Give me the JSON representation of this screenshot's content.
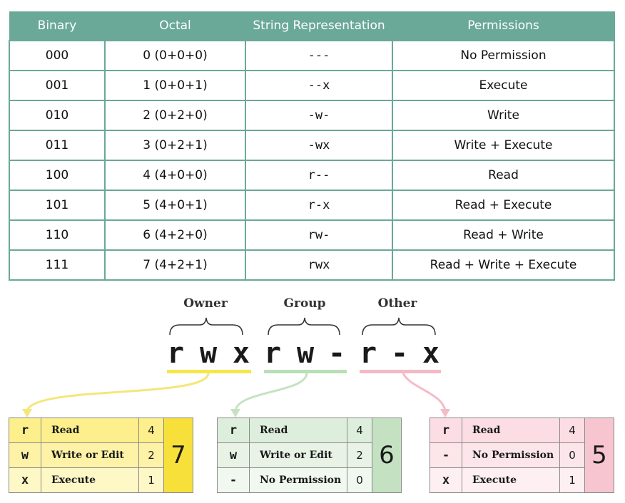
{
  "table": {
    "headers": [
      "Binary",
      "Octal",
      "String Representation",
      "Permissions"
    ],
    "rows": [
      [
        "000",
        "0 (0+0+0)",
        "---",
        "No Permission"
      ],
      [
        "001",
        "1 (0+0+1)",
        "--x",
        "Execute"
      ],
      [
        "010",
        "2 (0+2+0)",
        "-w-",
        "Write"
      ],
      [
        "011",
        "3 (0+2+1)",
        "-wx",
        "Write + Execute"
      ],
      [
        "100",
        "4 (4+0+0)",
        "r--",
        "Read"
      ],
      [
        "101",
        "5 (4+0+1)",
        "r-x",
        "Read + Execute"
      ],
      [
        "110",
        "6 (4+2+0)",
        "rw-",
        "Read + Write"
      ],
      [
        "111",
        "7 (4+2+1)",
        "rwx",
        "Read + Write + Execute"
      ]
    ]
  },
  "diagram": {
    "groups": [
      {
        "label": "Owner",
        "chars": [
          "r",
          "w",
          "x"
        ],
        "color": "#f7e64a",
        "rows": [
          {
            "symbol": "r",
            "desc": "Read",
            "value": "4"
          },
          {
            "symbol": "w",
            "desc": "Write or Edit",
            "value": "2"
          },
          {
            "symbol": "x",
            "desc": "Execute",
            "value": "1"
          }
        ],
        "total": "7"
      },
      {
        "label": "Group",
        "chars": [
          "r",
          "w",
          "-"
        ],
        "color": "#b9dfb6",
        "rows": [
          {
            "symbol": "r",
            "desc": "Read",
            "value": "4"
          },
          {
            "symbol": "w",
            "desc": "Write or Edit",
            "value": "2"
          },
          {
            "symbol": "-",
            "desc": "No Permission",
            "value": "0"
          }
        ],
        "total": "6"
      },
      {
        "label": "Other",
        "chars": [
          "r",
          "-",
          "x"
        ],
        "color": "#f4b9c4",
        "rows": [
          {
            "symbol": "r",
            "desc": "Read",
            "value": "4"
          },
          {
            "symbol": "-",
            "desc": "No Permission",
            "value": "0"
          },
          {
            "symbol": "x",
            "desc": "Execute",
            "value": "1"
          }
        ],
        "total": "5"
      }
    ]
  }
}
